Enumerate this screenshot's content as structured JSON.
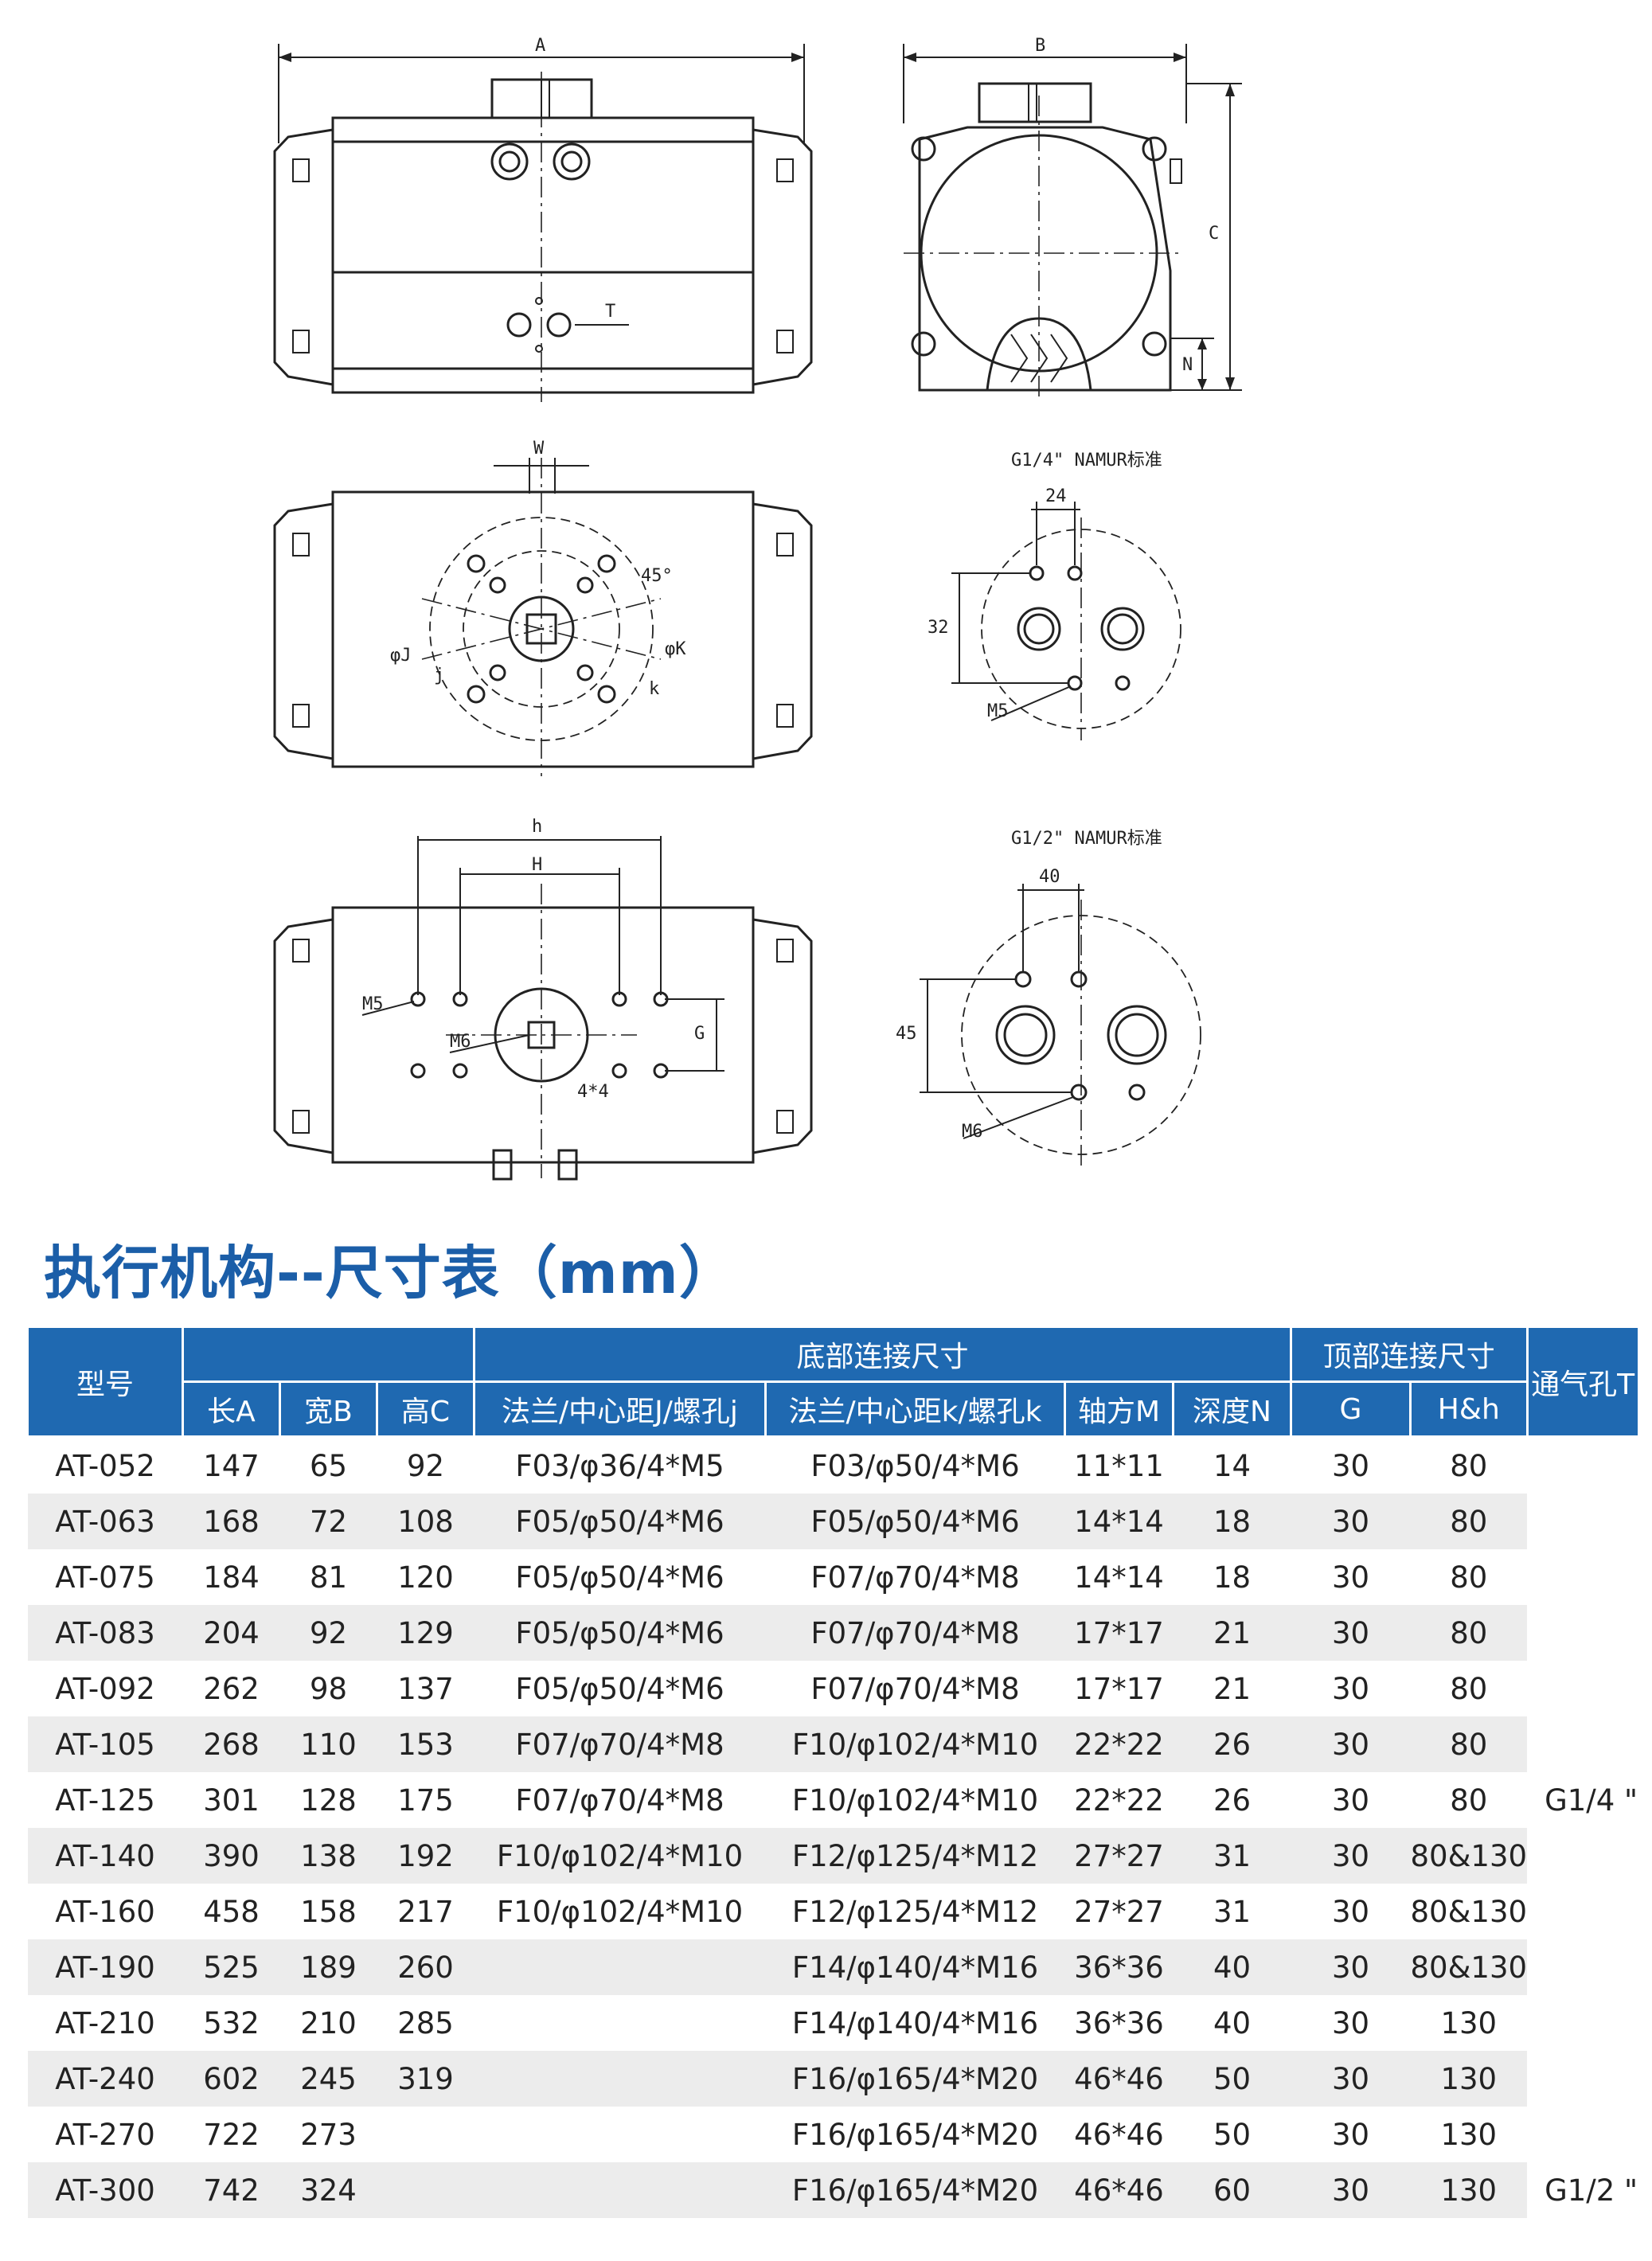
{
  "drawings": {
    "dim_A": "A",
    "dim_B": "B",
    "dim_C": "C",
    "dim_N": "N",
    "dim_T": "T",
    "dim_W": "W",
    "dim_45": "45°",
    "dim_J": "φJ",
    "dim_j": "j",
    "dim_K": "φK",
    "dim_k": "k",
    "dim_h": "h",
    "dim_H": "H",
    "dim_M5": "M5",
    "dim_M6": "M6",
    "dim_G": "G",
    "dim_4x4": "4*4",
    "namur_quarter": {
      "title": "G1/4\" NAMUR标准",
      "width": "24",
      "height": "32",
      "thread": "M5"
    },
    "namur_half": {
      "title": "G1/2\" NAMUR标准",
      "width": "40",
      "height": "45",
      "thread": "M6"
    }
  },
  "section_title": "执行机构--尺寸表（mm）",
  "table": {
    "headers": {
      "model": "型号",
      "bottom_group": "底部连接尺寸",
      "top_group": "顶部连接尺寸",
      "vent": "通气孔T",
      "length": "长A",
      "width": "宽B",
      "height": "高C",
      "flange_j": "法兰/中心距J/螺孔j",
      "flange_k": "法兰/中心距k/螺孔k",
      "shaft": "轴方M",
      "depth": "深度N",
      "g": "G",
      "hh": "H&h"
    },
    "rows": [
      [
        "AT-052",
        "147",
        "65",
        "92",
        "F03/φ36/4*M5",
        "F03/φ50/4*M6",
        "11*11",
        "14",
        "30",
        "80"
      ],
      [
        "AT-063",
        "168",
        "72",
        "108",
        "F05/φ50/4*M6",
        "F05/φ50/4*M6",
        "14*14",
        "18",
        "30",
        "80"
      ],
      [
        "AT-075",
        "184",
        "81",
        "120",
        "F05/φ50/4*M6",
        "F07/φ70/4*M8",
        "14*14",
        "18",
        "30",
        "80"
      ],
      [
        "AT-083",
        "204",
        "92",
        "129",
        "F05/φ50/4*M6",
        "F07/φ70/4*M8",
        "17*17",
        "21",
        "30",
        "80"
      ],
      [
        "AT-092",
        "262",
        "98",
        "137",
        "F05/φ50/4*M6",
        "F07/φ70/4*M8",
        "17*17",
        "21",
        "30",
        "80"
      ],
      [
        "AT-105",
        "268",
        "110",
        "153",
        "F07/φ70/4*M8",
        "F10/φ102/4*M10",
        "22*22",
        "26",
        "30",
        "80"
      ],
      [
        "AT-125",
        "301",
        "128",
        "175",
        "F07/φ70/4*M8",
        "F10/φ102/4*M10",
        "22*22",
        "26",
        "30",
        "80"
      ],
      [
        "AT-140",
        "390",
        "138",
        "192",
        "F10/φ102/4*M10",
        "F12/φ125/4*M12",
        "27*27",
        "31",
        "30",
        "80&130"
      ],
      [
        "AT-160",
        "458",
        "158",
        "217",
        "F10/φ102/4*M10",
        "F12/φ125/4*M12",
        "27*27",
        "31",
        "30",
        "80&130"
      ],
      [
        "AT-190",
        "525",
        "189",
        "260",
        "",
        "F14/φ140/4*M16",
        "36*36",
        "40",
        "30",
        "80&130"
      ],
      [
        "AT-210",
        "532",
        "210",
        "285",
        "",
        "F14/φ140/4*M16",
        "36*36",
        "40",
        "30",
        "130"
      ],
      [
        "AT-240",
        "602",
        "245",
        "319",
        "",
        "F16/φ165/4*M20",
        "46*46",
        "50",
        "30",
        "130"
      ],
      [
        "AT-270",
        "722",
        "273",
        "",
        "",
        "F16/φ165/4*M20",
        "46*46",
        "50",
        "30",
        "130"
      ],
      [
        "AT-300",
        "742",
        "324",
        "",
        "",
        "F16/φ165/4*M20",
        "46*46",
        "60",
        "30",
        "130"
      ]
    ],
    "vent_values": [
      "",
      "",
      "",
      "",
      "",
      "",
      "G1/4 \"",
      "",
      "",
      "",
      "",
      "",
      "",
      "G1/2 \""
    ]
  }
}
